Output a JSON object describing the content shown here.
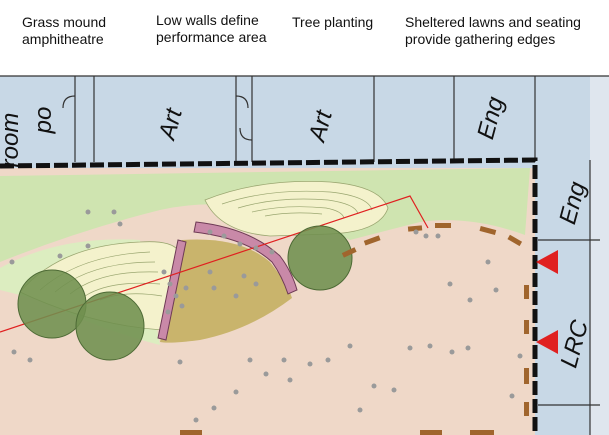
{
  "labels": {
    "grass_mound": [
      "Grass mound",
      "amphitheatre"
    ],
    "low_walls": [
      "Low walls define",
      "performance area"
    ],
    "tree_planting": "Tree planting",
    "sheltered": [
      "Sheltered lawns and seating",
      "provide gathering edges"
    ]
  },
  "rooms": {
    "room_top": "od",
    "room_bottom": "room",
    "art1": "Art",
    "art2": "Art",
    "eng1": "Eng",
    "eng2": "Eng",
    "lrc": "LRC"
  },
  "colors": {
    "building": "#c8d8e6",
    "lawn": "#cfe4b0",
    "paving": "#efd8c8",
    "stage": "#c9b46c",
    "wall": "#c989a8",
    "tree": "#6f8f4f",
    "arrow": "#e02020",
    "bench": "#a0652d"
  }
}
